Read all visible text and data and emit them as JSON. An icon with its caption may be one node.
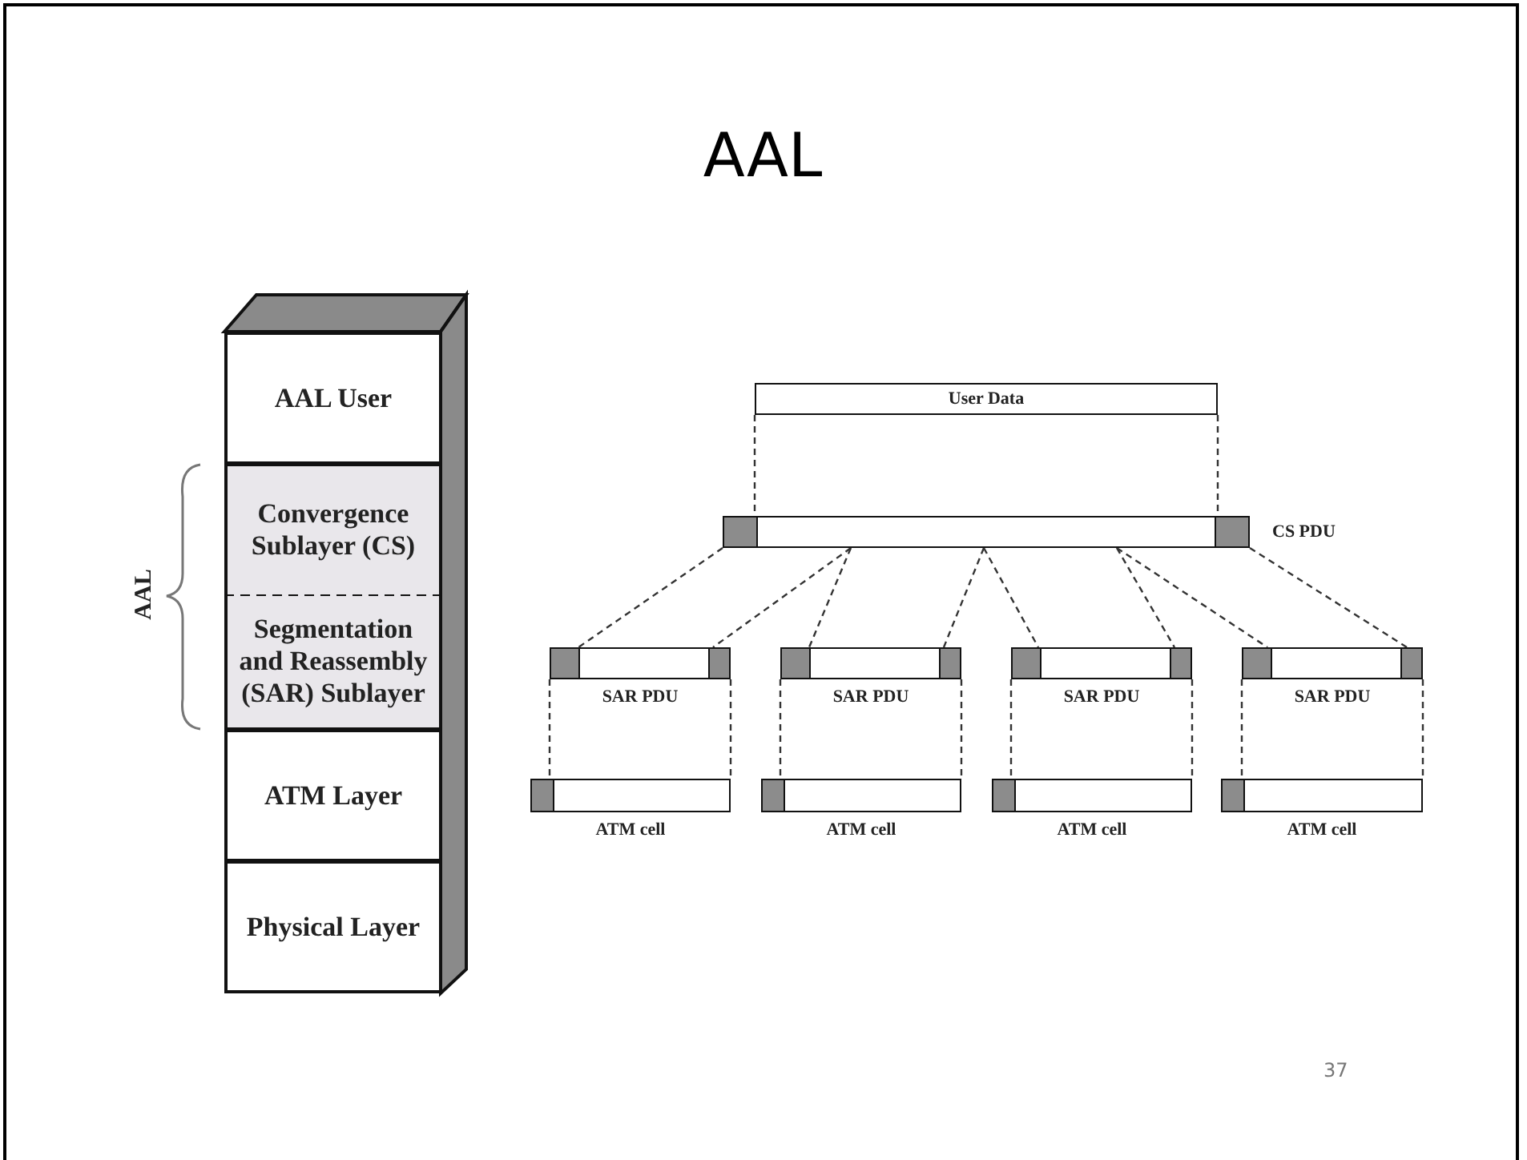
{
  "diagram": {
    "title": "AAL",
    "nodes": [
      {
        "text": [
          "AAL User"
        ]
      },
      {
        "text": [
          "Convergence Sublayer (CS)"
        ]
      },
      {
        "text": [
          "Segmentation and Reassembly (SAR) Sublayer"
        ]
      },
      {
        "text": [
          "ATM Layer"
        ]
      },
      {
        "text": [
          "Physical Layer"
        ]
      },
      {
        "text": [
          "User Data"
        ]
      },
      {
        "text": [],
        "shape": "bar",
        "beside": [
          "CS PDU"
        ]
      },
      {
        "text": [],
        "shape": "bar",
        "beside": [
          "SAR PDU"
        ]
      },
      {
        "text": [],
        "shape": "bar",
        "beside": [
          "SAR PDU"
        ]
      },
      {
        "text": [],
        "shape": "bar",
        "beside": [
          "SAR PDU"
        ]
      },
      {
        "text": [],
        "shape": "bar",
        "beside": [
          "SAR PDU"
        ]
      },
      {
        "text": [],
        "shape": "bar",
        "beside": [
          "ATM cell"
        ]
      },
      {
        "text": [],
        "shape": "bar",
        "beside": [
          "ATM cell"
        ]
      },
      {
        "text": [],
        "shape": "bar",
        "beside": [
          "ATM cell"
        ]
      },
      {
        "text": [],
        "shape": "bar",
        "beside": [
          "ATM cell"
        ]
      }
    ],
    "edges": [
      {
        "from": 5,
        "to": 6,
        "arrow": "none",
        "style": "dashed"
      },
      {
        "from": 5,
        "to": 6,
        "arrow": "none",
        "style": "dashed"
      },
      {
        "from": 6,
        "to": 7,
        "arrow": "none",
        "style": "dashed"
      },
      {
        "from": 6,
        "to": 7,
        "arrow": "none",
        "style": "dashed"
      },
      {
        "from": 6,
        "to": 8,
        "arrow": "none",
        "style": "dashed"
      },
      {
        "from": 6,
        "to": 8,
        "arrow": "none",
        "style": "dashed"
      },
      {
        "from": 6,
        "to": 9,
        "arrow": "none",
        "style": "dashed"
      },
      {
        "from": 6,
        "to": 9,
        "arrow": "none",
        "style": "dashed"
      },
      {
        "from": 6,
        "to": 10,
        "arrow": "none",
        "style": "dashed"
      },
      {
        "from": 6,
        "to": 10,
        "arrow": "none",
        "style": "dashed"
      },
      {
        "from": 7,
        "to": 11,
        "arrow": "none",
        "style": "dashed"
      },
      {
        "from": 7,
        "to": 11,
        "arrow": "none",
        "style": "dashed"
      },
      {
        "from": 8,
        "to": 12,
        "arrow": "none",
        "style": "dashed"
      },
      {
        "from": 8,
        "to": 12,
        "arrow": "none",
        "style": "dashed"
      },
      {
        "from": 9,
        "to": 13,
        "arrow": "none",
        "style": "dashed"
      },
      {
        "from": 9,
        "to": 13,
        "arrow": "none",
        "style": "dashed"
      },
      {
        "from": 10,
        "to": 14,
        "arrow": "none",
        "style": "dashed"
      },
      {
        "from": 10,
        "to": 14,
        "arrow": "none",
        "style": "dashed"
      }
    ],
    "labels": [
      "AAL",
      "37"
    ]
  }
}
